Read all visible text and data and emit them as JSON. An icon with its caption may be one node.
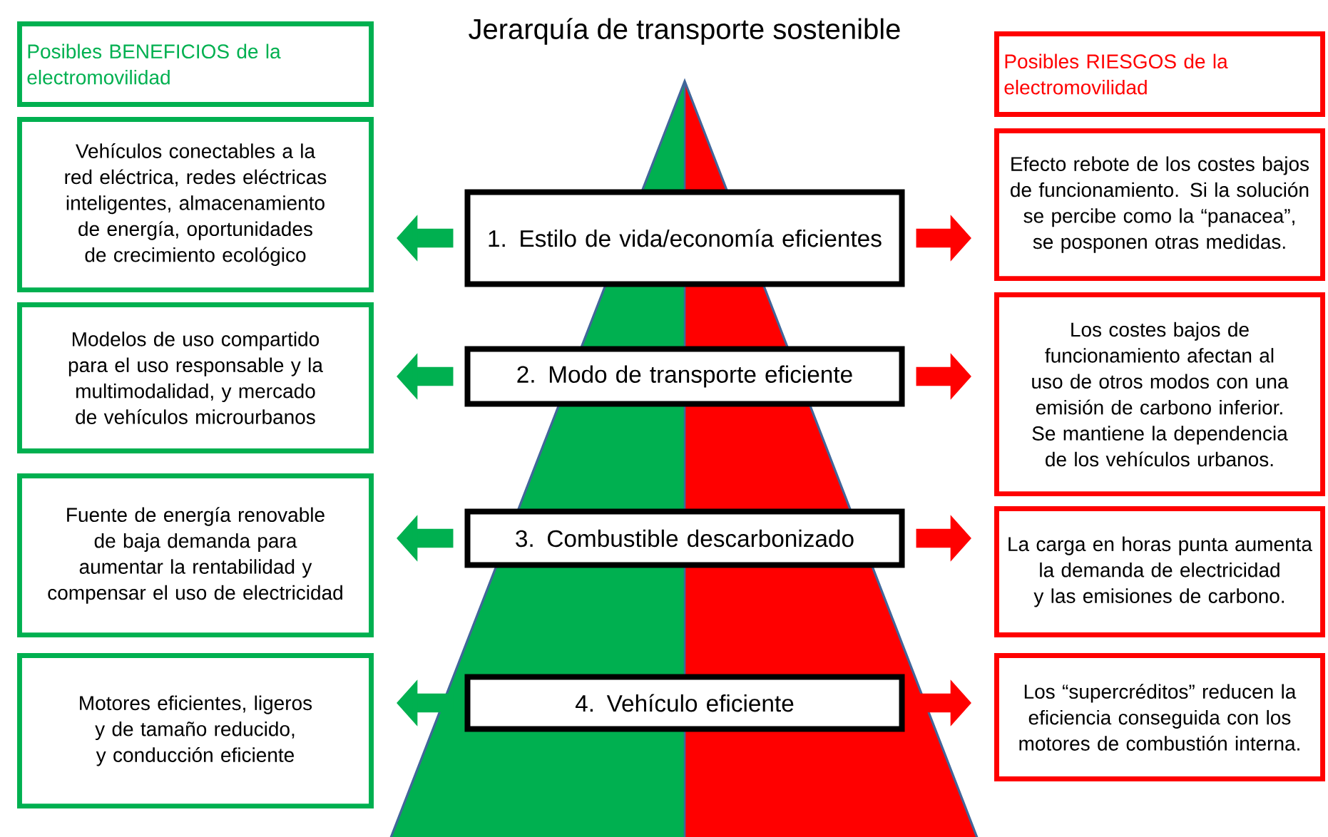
{
  "diagram": {
    "title": "Jerarquía de transporte sostenible",
    "nodes": [
      {
        "text": [
          "Posibles BENEFICIOS de la electromovilidad"
        ]
      },
      {
        "text": [
          "Posibles RIESGOS de la electromovilidad"
        ]
      },
      {
        "text": [
          "Vehículos conectables a la red eléctrica, redes eléctricas inteligentes, almacenamiento de energía, oportunidades de crecimiento ecológico"
        ]
      },
      {
        "text": [
          "1. Estilo de vida/economía eficientes"
        ]
      },
      {
        "text": [
          "Efecto rebote de los costes bajos de funcionamiento. Si la solución se percibe como la “panacea”, se posponen otras medidas."
        ]
      },
      {
        "text": [
          "Modelos de uso compartido para el uso responsable y la multimodalidad, y mercado de vehículos microurbanos"
        ]
      },
      {
        "text": [
          "2. Modo de transporte eficiente"
        ]
      },
      {
        "text": [
          "Los costes bajos de funcionamiento afectan al uso de otros modos con una emisión de carbono inferior. Se mantiene la dependencia de los vehículos urbanos."
        ]
      },
      {
        "text": [
          "Fuente de energía renovable de baja demanda para aumentar la rentabilidad y compensar el uso de electricidad"
        ]
      },
      {
        "text": [
          "3. Combustible descarbonizado"
        ]
      },
      {
        "text": [
          "La carga en horas punta aumenta la demanda de electricidad y las emisiones de carbono."
        ]
      },
      {
        "text": [
          "Motores eficientes, ligeros y de tamaño reducido, y conducción eficiente"
        ]
      },
      {
        "text": [
          "4. Vehículo eficiente"
        ]
      },
      {
        "text": [
          "Los “supercréditos” reducen la eficiencia conseguida con los motores de combustión interna."
        ]
      }
    ],
    "edges": [
      {
        "from": 3,
        "to": 2,
        "arrow": "to",
        "color": "#00b050"
      },
      {
        "from": 3,
        "to": 4,
        "arrow": "to",
        "color": "#ff0000"
      },
      {
        "from": 6,
        "to": 5,
        "arrow": "to",
        "color": "#00b050"
      },
      {
        "from": 6,
        "to": 7,
        "arrow": "to",
        "color": "#ff0000"
      },
      {
        "from": 9,
        "to": 8,
        "arrow": "to",
        "color": "#00b050"
      },
      {
        "from": 9,
        "to": 10,
        "arrow": "to",
        "color": "#ff0000"
      },
      {
        "from": 12,
        "to": 11,
        "arrow": "to",
        "color": "#00b050"
      },
      {
        "from": 12,
        "to": 13,
        "arrow": "to",
        "color": "#ff0000"
      }
    ]
  }
}
